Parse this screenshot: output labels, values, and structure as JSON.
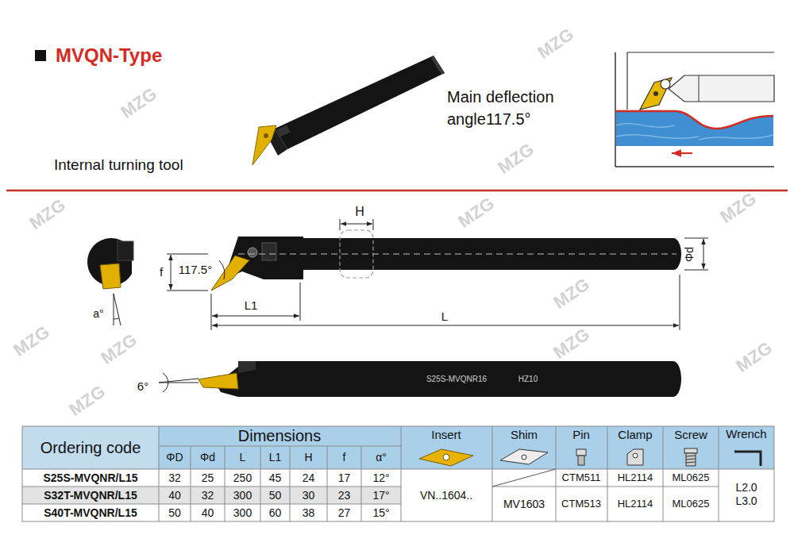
{
  "diagram": {
    "title": "MVQN-Type",
    "labels": [
      "Internal turning tool",
      "Main deflection angle117.5°",
      "H",
      "Φd",
      "f",
      "117.5°",
      "a°",
      "L1",
      "L",
      "6°",
      "S25S-MVQNR16",
      "HZ10",
      "Ordering code",
      "Dimensions",
      "ΦD",
      "Φd",
      "L",
      "L1",
      "H",
      "f",
      "α°",
      "Insert",
      "Shim",
      "Pin",
      "Clamp",
      "Screw",
      "Wrench",
      "S25S-MVQNR/L15",
      "32",
      "25",
      "250",
      "45",
      "24",
      "17",
      "12°",
      "S32T-MVQNR/L15",
      "40",
      "32",
      "300",
      "50",
      "30",
      "23",
      "17°",
      "S40T-MVQNR/L15",
      "50",
      "40",
      "300",
      "60",
      "38",
      "27",
      "15°",
      "VN..1604..",
      "MV1603",
      "CTM511",
      "CTM513",
      "HL2114",
      "HL2114",
      "ML0625",
      "ML0625",
      "L2.0 L3.0",
      "MZG",
      "MZG",
      "MZG",
      "MZG",
      "MZG",
      "MZG",
      "MZG",
      "MZG",
      "MZG",
      "MZG",
      "MZG",
      "MZG"
    ]
  }
}
